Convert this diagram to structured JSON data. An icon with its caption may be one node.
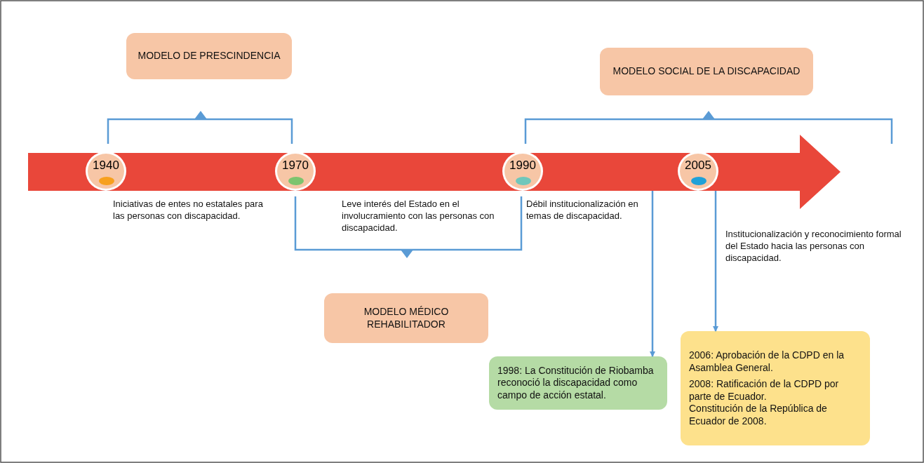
{
  "diagram": {
    "nodes": [
      {
        "text": [],
        "shape": "arrow"
      },
      {
        "text": [
          "1940"
        ],
        "in": 0
      },
      {
        "text": [
          "1970"
        ],
        "in": 0
      },
      {
        "text": [
          "1990"
        ],
        "in": 0
      },
      {
        "text": [
          "2005"
        ],
        "in": 0
      },
      {
        "text": [
          "MODELO DE PRESCINDENCIA"
        ]
      },
      {
        "text": [
          "MODELO SOCIAL DE LA DISCAPACIDAD"
        ]
      },
      {
        "text": [
          "MODELO MÉDICO REHABILITADOR"
        ]
      },
      {
        "text": [
          "1998: La Constitución de Riobamba reconoció la discapacidad como campo de acción estatal."
        ]
      },
      {
        "text": [
          "2006: Aprobación de la CDPD en la Asamblea General.",
          "2008: Ratificación de la CDPD por parte de Ecuador.",
          "Constitución de la República de Ecuador de 2008."
        ]
      }
    ],
    "edges": [
      {
        "from": 0,
        "to": 8,
        "arrow": "to"
      },
      {
        "from": 0,
        "to": 9,
        "arrow": "to"
      }
    ],
    "labels": [
      "Iniciativas de entes no estatales para las personas con discapacidad.",
      "Leve interés del Estado en el involucramiento con las personas con discapacidad.",
      "Débil institucionalización en temas de discapacidad.",
      "Institucionalización y reconocimiento formal del Estado hacia las personas con discapacidad."
    ]
  }
}
